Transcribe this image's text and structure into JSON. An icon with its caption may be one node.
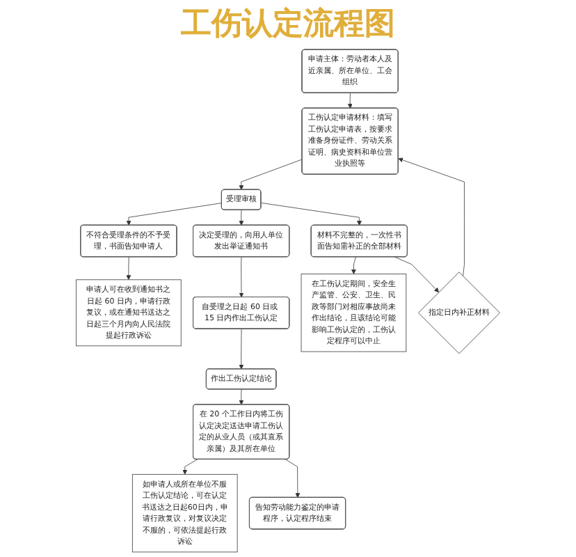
{
  "diagram": {
    "title": "工伤认定流程图",
    "nodes": [
      {
        "text": [
          "申请主体：劳动者本人及近亲属、所在单位、工会组织"
        ]
      },
      {
        "text": [
          "工伤认定申请材料：填写工伤认定申请表，按要求准备身份证件、劳动关系证明、病史资料和单位营业执照等"
        ]
      },
      {
        "text": [
          "不符合受理条件的不予受理，书面告知申请人"
        ]
      },
      {
        "text": [
          "受理审核"
        ]
      },
      {
        "text": [
          "指定日内补正材料"
        ]
      },
      {
        "text": [
          "申请人可在收到通知书之日起 60 日内，申请行政复议，或在通知书送达之日起三个月内向人民法院提起行政诉讼"
        ]
      },
      {
        "text": [
          "决定受理的，向用人单位发出举证通知书"
        ]
      },
      {
        "text": [
          "材料不完整的，一次性书面告知需补正的全部材料"
        ]
      },
      {
        "text": [
          "自受理之日起 60 日或 15 日内作出工伤认定"
        ]
      },
      {
        "text": [
          "在工伤认定期间，安全生产监管、公安、卫生、民政等部门对相应事故尚未作出结论，且该结论可能影响工伤认定的，工伤认定程序可以中止"
        ]
      },
      {
        "text": [
          "作出工伤认定结论"
        ]
      },
      {
        "text": [
          "如申请人或所在单位不服工伤认定结论，可在认定书送达之日起60日内，申请行政复议，对复议决定不服的，可依法提起行政诉讼"
        ]
      },
      {
        "text": [
          "在 20 个工作日内将工伤认定决定送达申请工伤认定的从业人员（或其直系亲属）及其所在单位"
        ]
      },
      {
        "text": [
          "告知劳动能力鉴定的申请程序，认定程序结束"
        ]
      }
    ],
    "edges": [
      {
        "from": 0,
        "to": 1,
        "arrow": "to"
      },
      {
        "from": 1,
        "to": 3,
        "arrow": "to"
      },
      {
        "from": 3,
        "to": 2,
        "arrow": "to"
      },
      {
        "from": 3,
        "to": 6,
        "arrow": "to"
      },
      {
        "from": 3,
        "to": 7,
        "arrow": "to"
      },
      {
        "from": 2,
        "to": 5,
        "arrow": "to"
      },
      {
        "from": 7,
        "to": 9,
        "arrow": "to"
      },
      {
        "from": 7,
        "to": 4,
        "arrow": "to"
      },
      {
        "from": 4,
        "to": 1,
        "arrow": "to"
      },
      {
        "from": 6,
        "to": 8,
        "arrow": "to"
      },
      {
        "from": 8,
        "to": 10,
        "arrow": "to"
      },
      {
        "from": 10,
        "to": 12,
        "arrow": "to"
      },
      {
        "from": 12,
        "to": 11,
        "arrow": "to"
      },
      {
        "from": 12,
        "to": 13,
        "arrow": "to"
      }
    ]
  }
}
